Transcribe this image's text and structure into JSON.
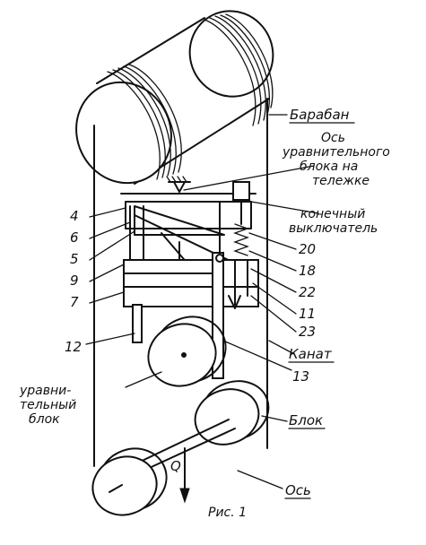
{
  "labels": {
    "drum": "Барабан",
    "axis_block_line1": "Ось",
    "axis_block_line2": "уравнительного",
    "axis_block_line3": "блока на",
    "axis_block_line4": "тележке",
    "limit_switch_line1": "конечный",
    "limit_switch_line2": "выключатель",
    "rope": "Канат",
    "equalizing_block_line1": "уравни-",
    "equalizing_block_line2": "тельный",
    "equalizing_block_line3": "блок",
    "block": "Блок",
    "axle": "Ось",
    "load": "Q"
  },
  "numbers": {
    "n4": "4",
    "n6": "6",
    "n5": "5",
    "n9": "9",
    "n7": "7",
    "n20": "20",
    "n18": "18",
    "n22": "22",
    "n11": "11",
    "n23": "23",
    "n12": "12",
    "n13": "13"
  },
  "caption": "Рис. 1"
}
